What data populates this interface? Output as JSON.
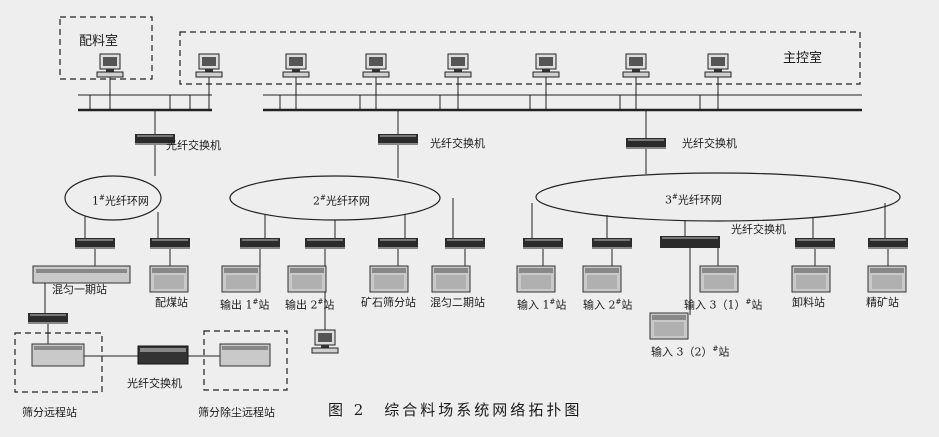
{
  "rooms": {
    "batching": "配料室",
    "main_control": "主控室"
  },
  "switch_label": "光纤交换机",
  "rings": [
    {
      "num": "1",
      "sup": "#",
      "text": "光纤环网"
    },
    {
      "num": "2",
      "sup": "#",
      "text": "光纤环网"
    },
    {
      "num": "3",
      "sup": "#",
      "text": "光纤环网"
    }
  ],
  "stations": {
    "mix1": "混匀一期站",
    "coal": "配煤站",
    "out1": {
      "pre": "输出 1",
      "sup": "#",
      "post": "站"
    },
    "out2": {
      "pre": "输出 2",
      "sup": "#",
      "post": "站"
    },
    "ore_screen": "矿石筛分站",
    "mix2": "混匀二期站",
    "in1": {
      "pre": "输入 1",
      "sup": "#",
      "post": "站"
    },
    "in2": {
      "pre": "输入 2",
      "sup": "#",
      "post": "站"
    },
    "in3_1": {
      "pre": "输入 3（1）",
      "sup": "#",
      "post": "站"
    },
    "unload": "卸料站",
    "concentrate": "精矿站",
    "in3_2": {
      "pre": "输入 3（2）",
      "sup": "#",
      "post": "站"
    },
    "screen_remote": "筛分远程站",
    "dust_remote": "筛分除尘远程站"
  },
  "caption": "图 2　综合料场系统网络拓扑图"
}
